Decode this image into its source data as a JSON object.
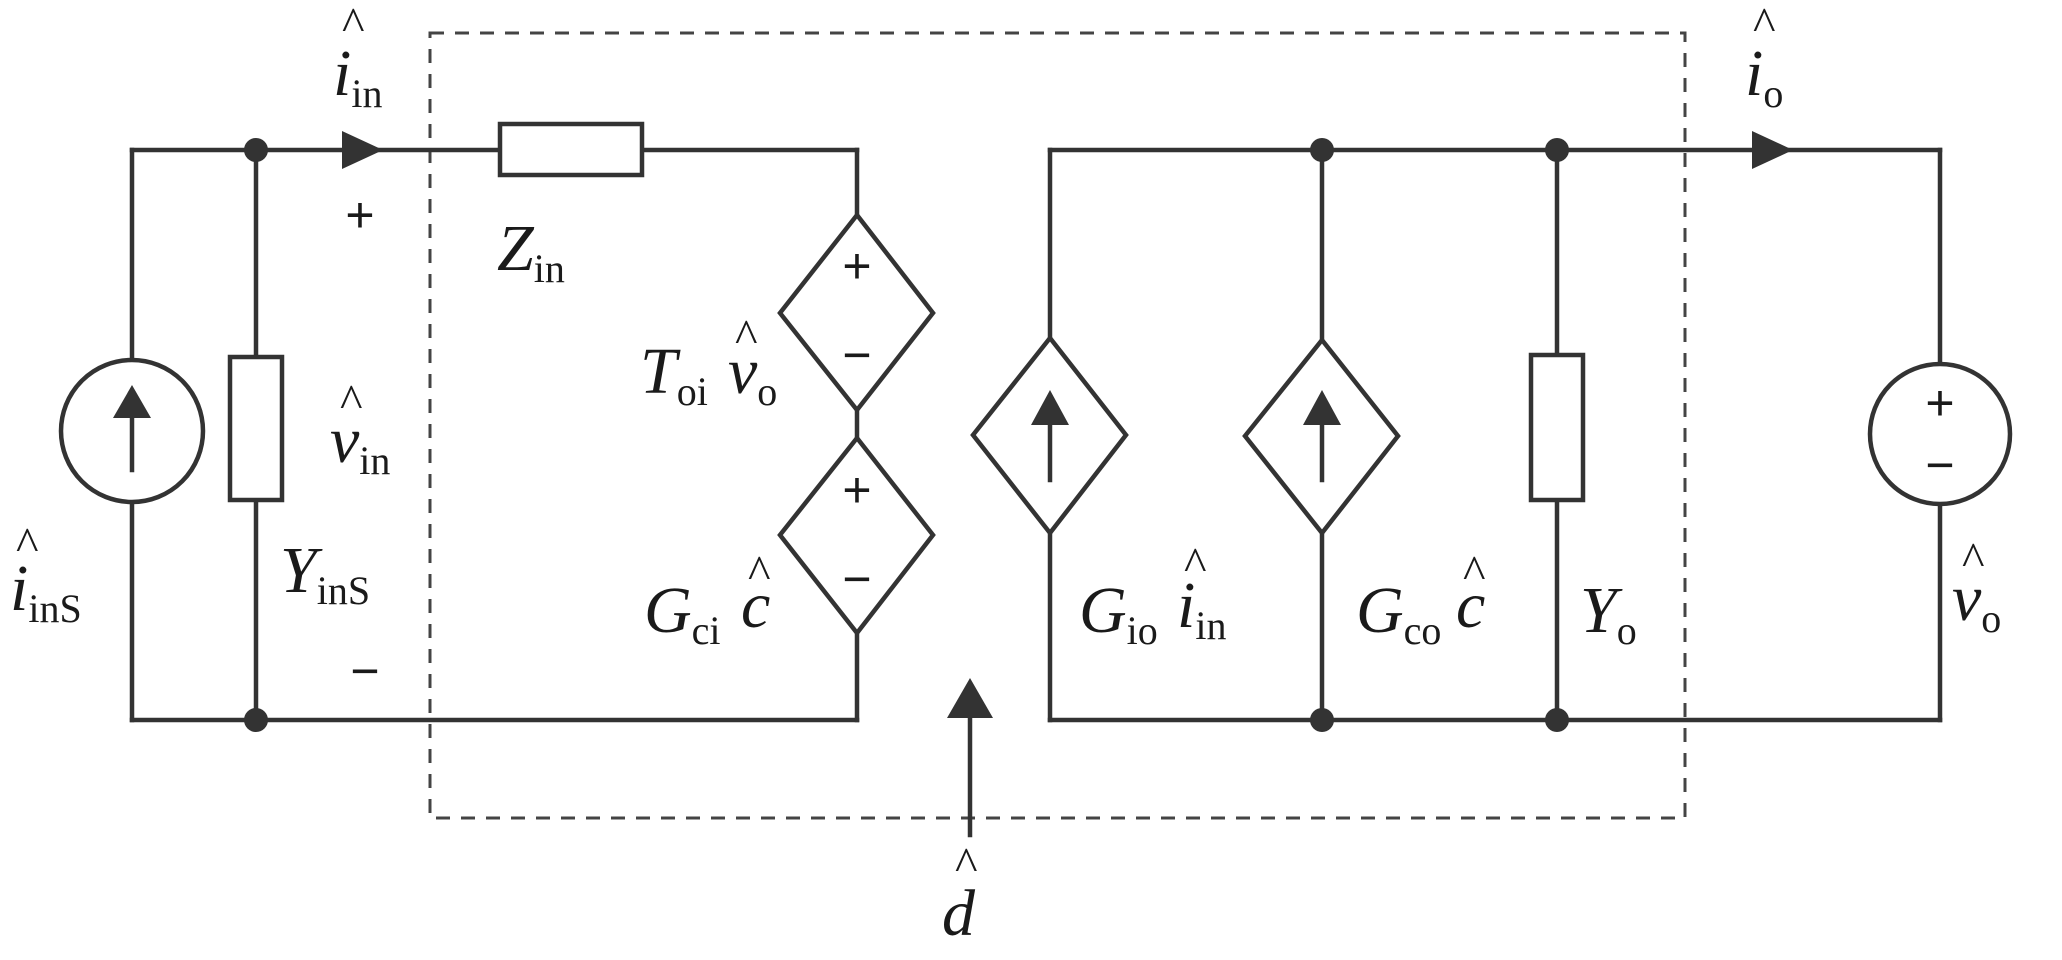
{
  "labels": {
    "i_in": {
      "main": "i",
      "sub": "in"
    },
    "i_o": {
      "main": "i",
      "sub": "o"
    },
    "Z_in": {
      "main": "Z",
      "sub": "in"
    },
    "v_in": {
      "main": "v",
      "sub": "in"
    },
    "i_inS": {
      "main": "i",
      "sub": "inS"
    },
    "Y_inS": {
      "main": "Y",
      "sub": "inS"
    },
    "T_oi": {
      "main": "T",
      "sub": "oi"
    },
    "T_oi_v": {
      "main": "v",
      "sub": "o"
    },
    "G_ci": {
      "main": "G",
      "sub": "ci"
    },
    "G_ci_c": {
      "main": "c"
    },
    "G_io": {
      "main": "G",
      "sub": "io"
    },
    "G_io_i": {
      "main": "i",
      "sub": "in"
    },
    "G_co": {
      "main": "G",
      "sub": "co"
    },
    "G_co_c": {
      "main": "c"
    },
    "Y_o": {
      "main": "Y",
      "sub": "o"
    },
    "v_o": {
      "main": "v",
      "sub": "o"
    },
    "d": {
      "main": "d"
    }
  },
  "hat_symbol": "^",
  "signs": {
    "plus": "+",
    "minus": "−"
  }
}
